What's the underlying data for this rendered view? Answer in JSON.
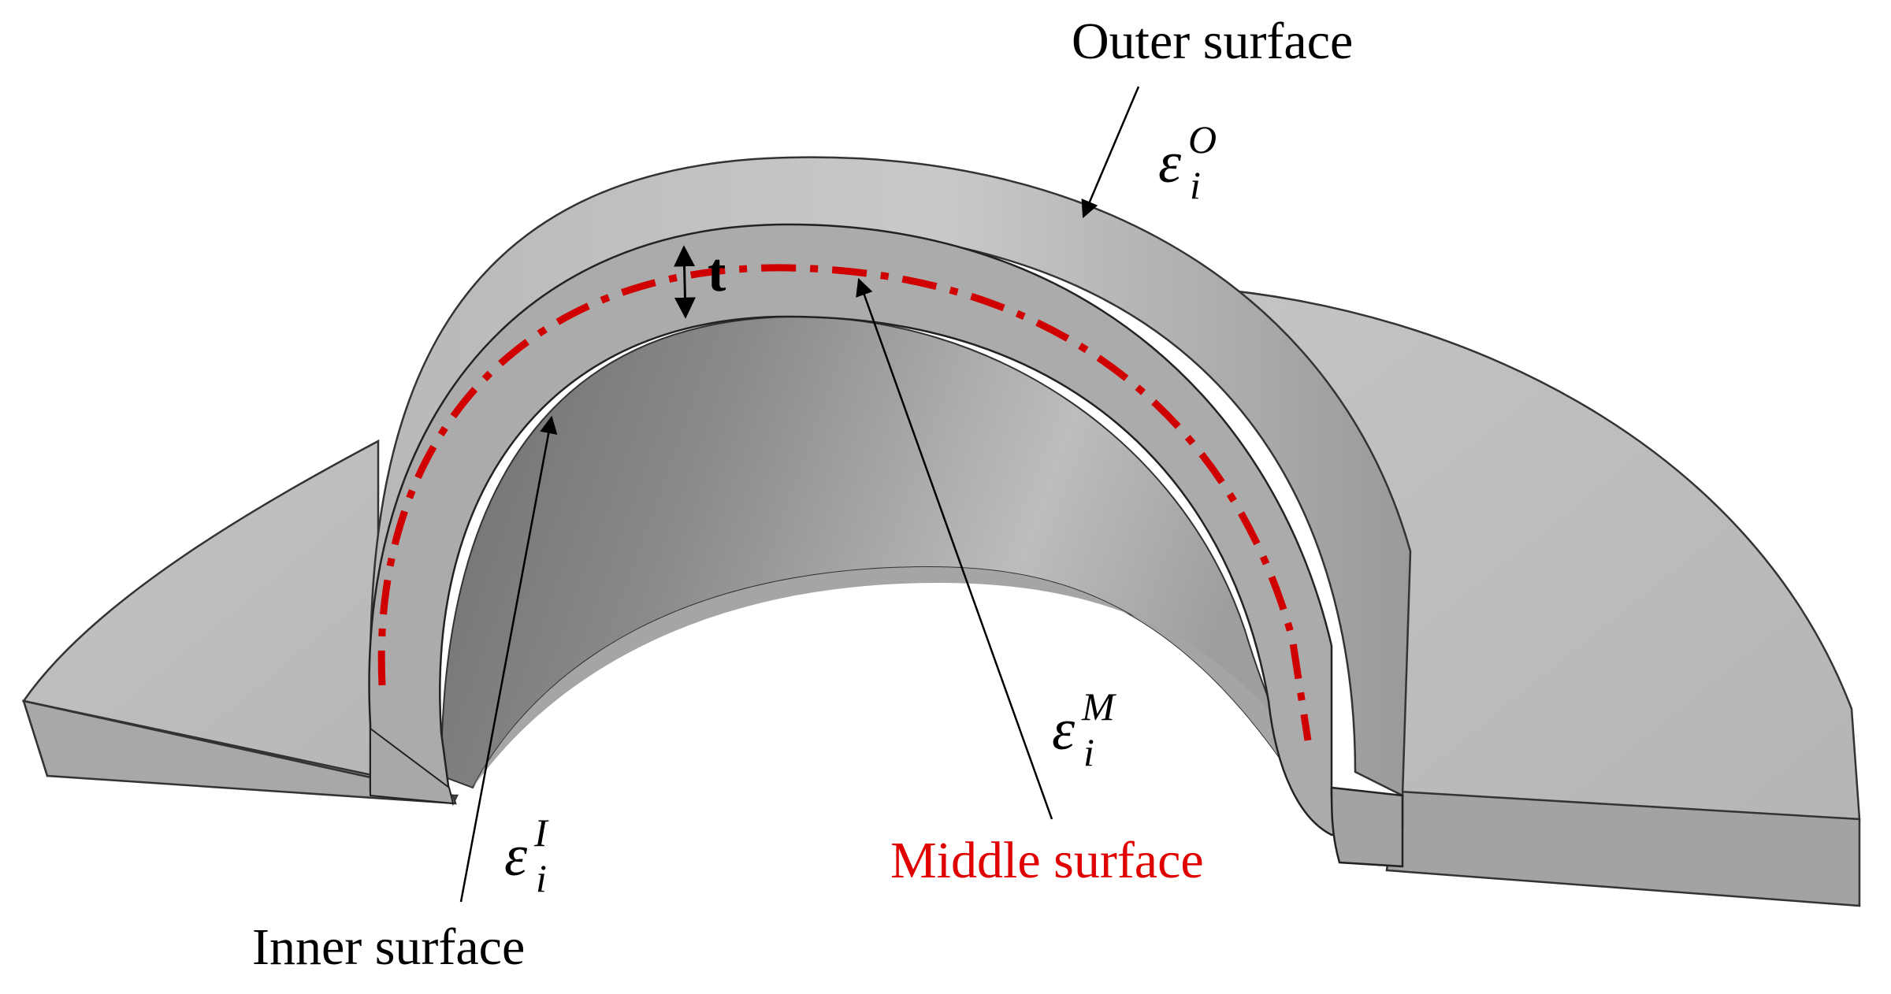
{
  "labels": {
    "outer": "Outer surface",
    "middle": "Middle surface",
    "inner": "Inner surface",
    "thickness": "t"
  },
  "symbols": {
    "outer": {
      "base": "ε",
      "sub": "i",
      "sup": "O"
    },
    "middle": {
      "base": "ε",
      "sub": "i",
      "sup": "M"
    },
    "inner": {
      "base": "ε",
      "sub": "i",
      "sup": "I"
    }
  },
  "colors": {
    "body_light": "#c8c8c8",
    "body_mid": "#a9a9a9",
    "body_dark": "#7d7d7d",
    "middle_line": "#d00000",
    "text": "#000000",
    "middle_text": "#e00000"
  }
}
